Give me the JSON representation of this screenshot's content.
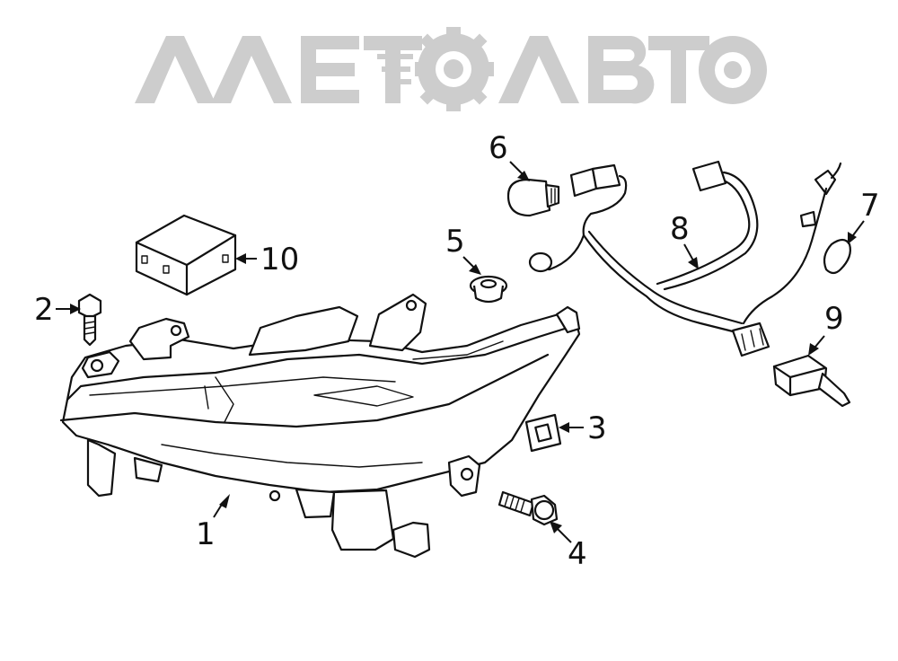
{
  "watermark": {
    "text": "АЛЕТОАВТО",
    "color": "#c8c8c8"
  },
  "parts": [
    {
      "id": "headlamp",
      "label": "1"
    },
    {
      "id": "screw",
      "label": "2"
    },
    {
      "id": "clip-nut",
      "label": "3"
    },
    {
      "id": "bolt",
      "label": "4"
    },
    {
      "id": "grommet",
      "label": "5"
    },
    {
      "id": "bulb-cover",
      "label": "6"
    },
    {
      "id": "bulb",
      "label": "7"
    },
    {
      "id": "wire-harness",
      "label": "8"
    },
    {
      "id": "sensor",
      "label": "9"
    },
    {
      "id": "control-module",
      "label": "10"
    }
  ]
}
